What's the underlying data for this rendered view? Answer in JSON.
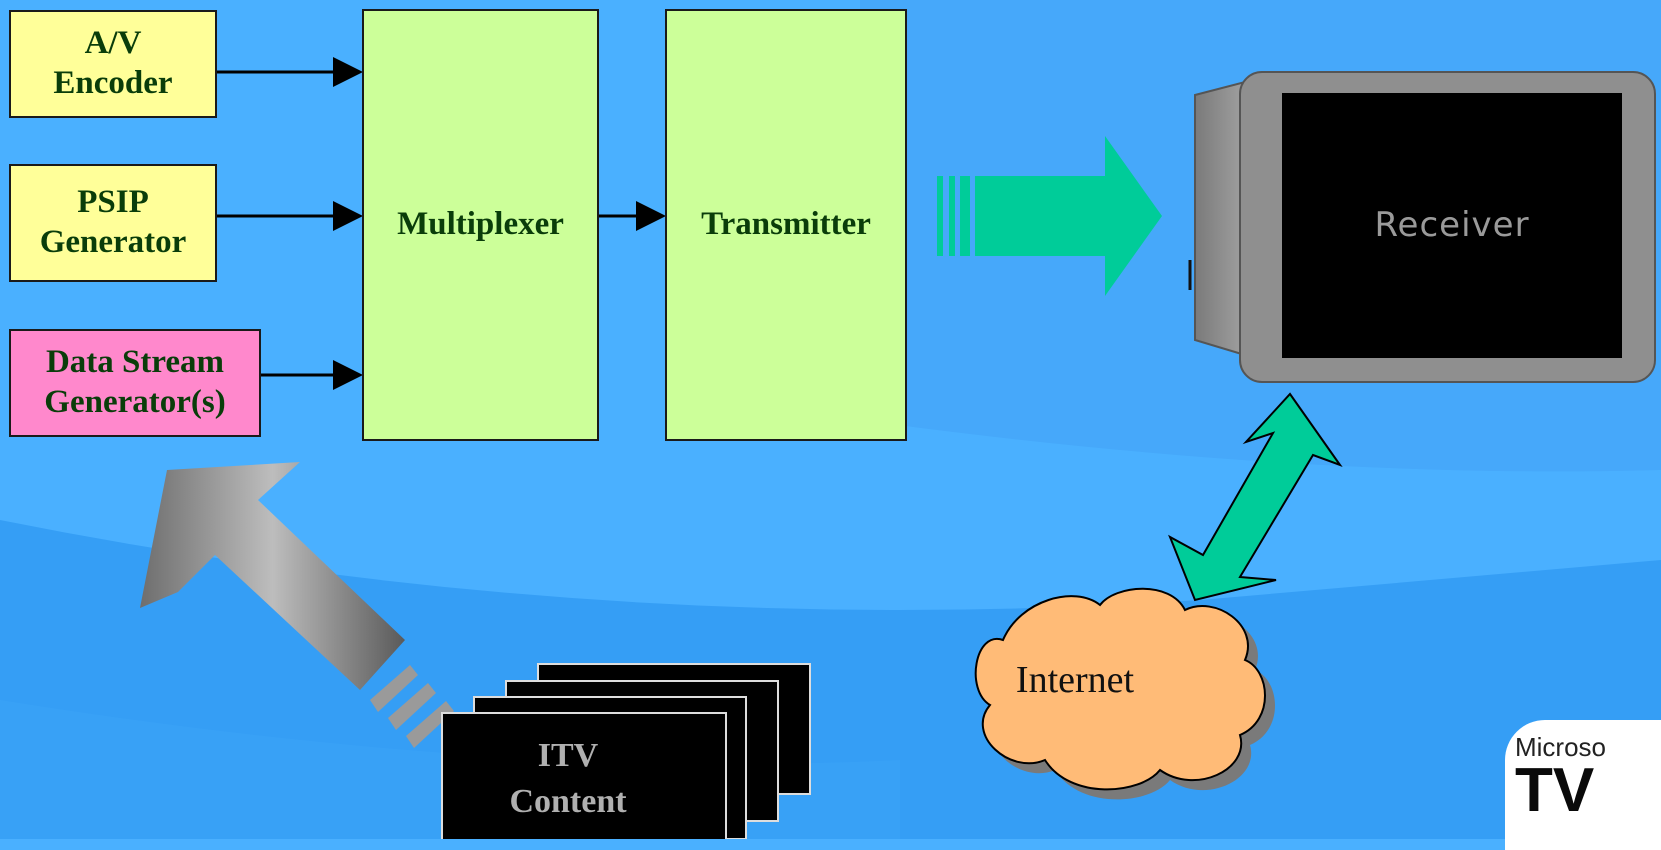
{
  "diagram": {
    "inputs": {
      "av_encoder": [
        "A/V",
        "Encoder"
      ],
      "psip_generator": [
        "PSIP",
        "Generator"
      ],
      "data_stream_generator": [
        "Data Stream",
        "Generator(s)"
      ]
    },
    "multiplexer": "Multiplexer",
    "transmitter": "Transmitter",
    "receiver": "Receiver",
    "itv_content": [
      "ITV",
      "Content"
    ],
    "internet": "Internet"
  },
  "branding": {
    "company": "Microso",
    "product": "TV"
  },
  "colors": {
    "background": "#4ab0ff",
    "input_box": "#ffff99",
    "data_box": "#ff88cc",
    "process_box": "#ccff99",
    "signal_arrow": "#00cc99",
    "content_arrow": "#808080",
    "cloud": "#ffbb77"
  }
}
